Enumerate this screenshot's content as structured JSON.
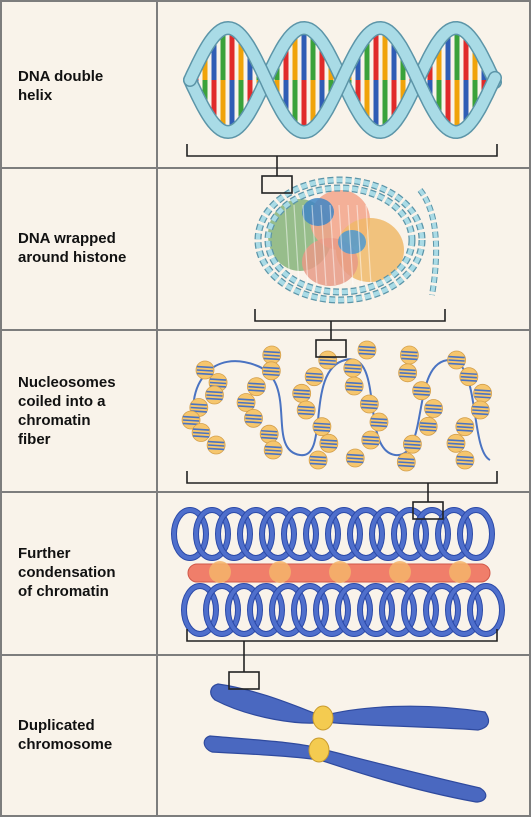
{
  "stages": [
    {
      "label": "DNA double\nhelix"
    },
    {
      "label": "DNA wrapped\naround histone"
    },
    {
      "label": "Nucleosomes\ncoiled into a\nchromatin\nfiber"
    },
    {
      "label": "Further\ncondensation\nof chromatin"
    },
    {
      "label": "Duplicated\nchromosome"
    }
  ],
  "colors": {
    "background": "#f9f3ea",
    "divider": "#7d7d7d",
    "dna_backbone": "#a9dbe6",
    "dna_outline": "#5c95a8",
    "base_colors": [
      "#2f5db5",
      "#3aa23a",
      "#e02a2a",
      "#f0a30a"
    ],
    "nucleosome_fill": "#f6c66d",
    "nucleosome_wrap": "#4a73c2",
    "chromatin_loop": "#4f6fcc",
    "scaffold": "#f07e6a",
    "chromosome": "#4a68c0",
    "centromere": "#f4cb50"
  }
}
